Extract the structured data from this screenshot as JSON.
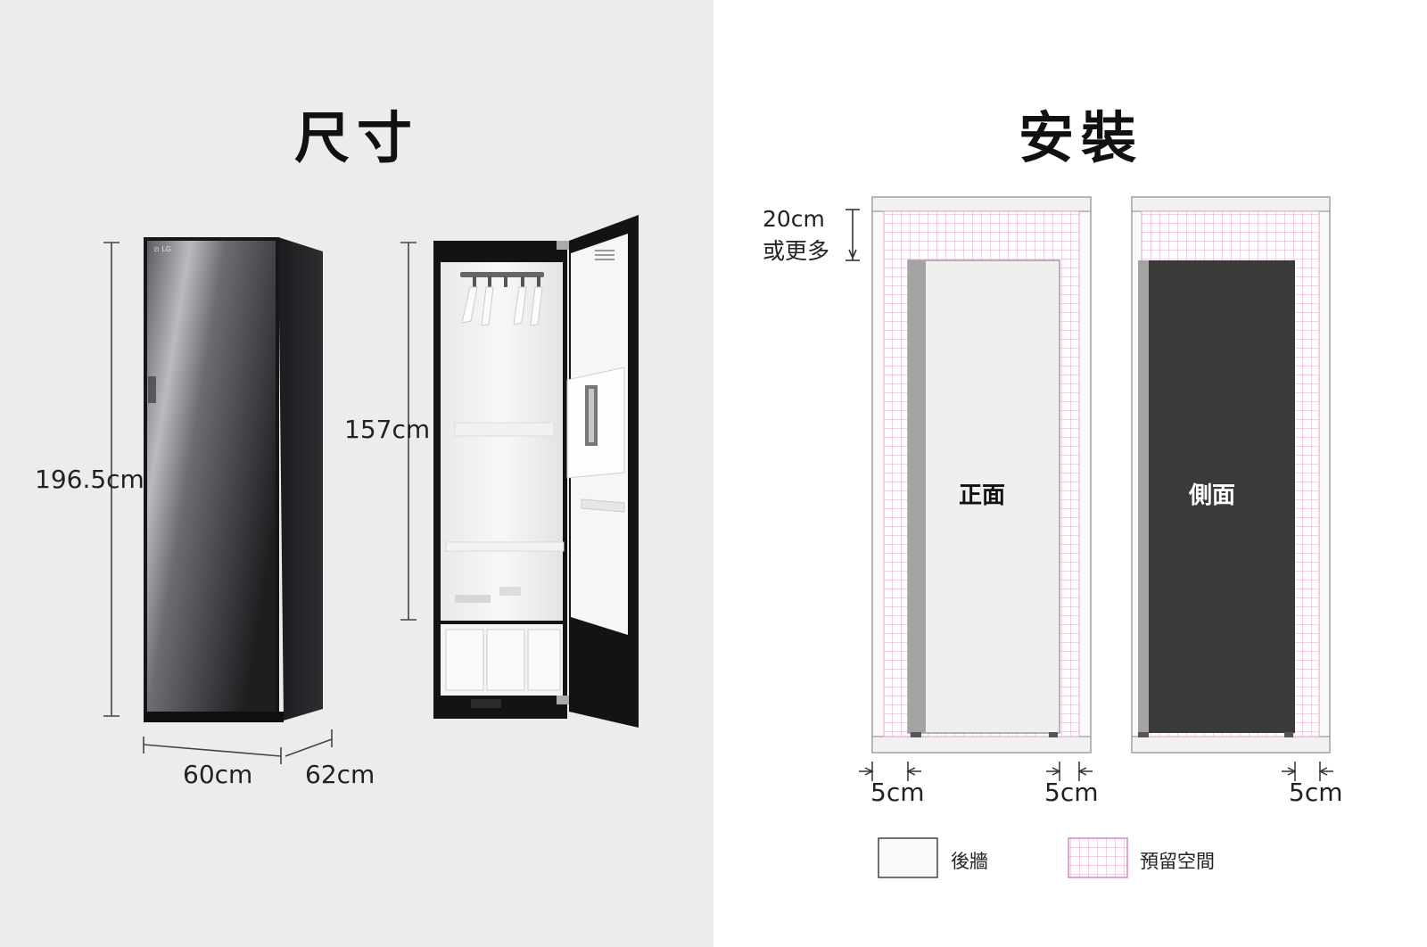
{
  "dimensions": {
    "title": "尺寸",
    "height_total": "196.5cm",
    "height_interior": "157cm",
    "width": "60cm",
    "depth": "62cm"
  },
  "installation": {
    "title": "安裝",
    "top_clearance": "20cm",
    "top_clearance_note": "或更多",
    "front_label": "正面",
    "side_label": "側面",
    "left_gap": "5cm",
    "right_gap": "5cm",
    "side_gap": "5cm"
  },
  "legend": {
    "wall_label": "後牆",
    "reserved_label": "預留空間"
  },
  "colors": {
    "left_background": "#ececed",
    "reserved_grid": "#e2a6cc",
    "cabinet_dark": "#3a3b39",
    "cabinet_light": "#efefee"
  }
}
